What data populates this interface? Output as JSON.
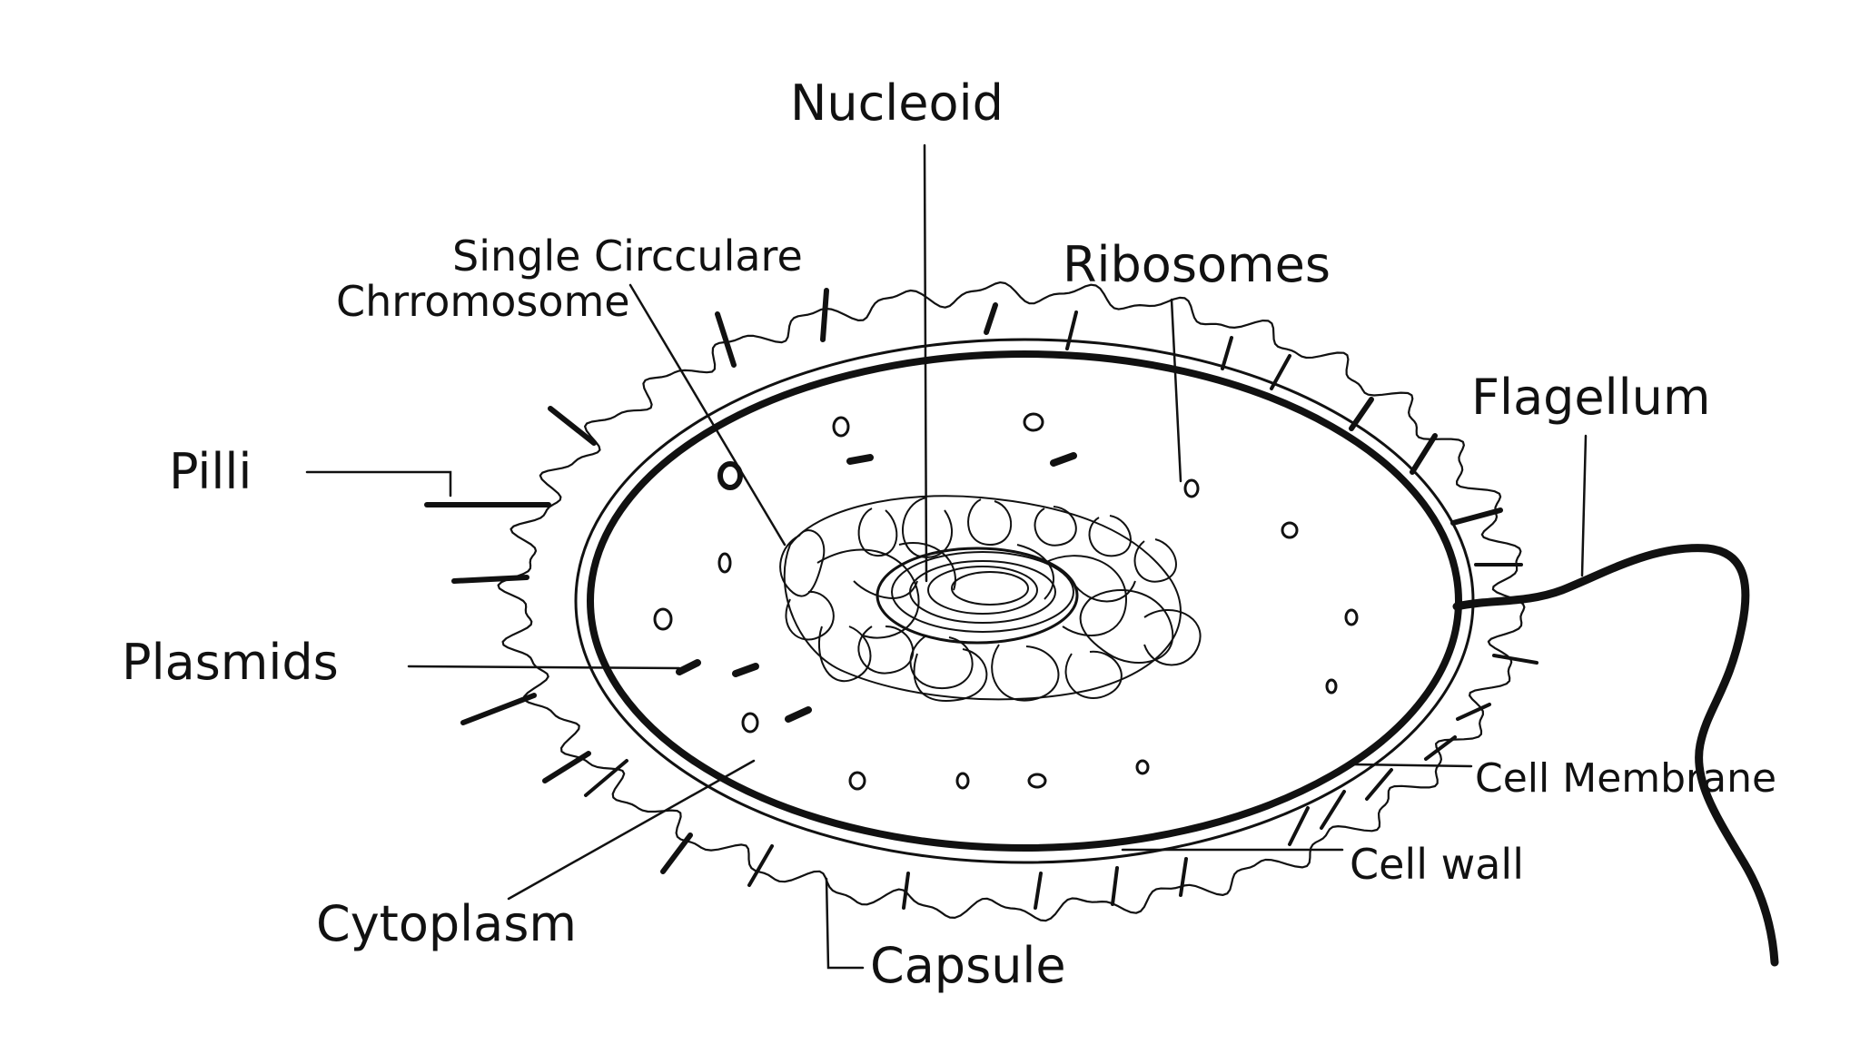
{
  "labels": {
    "nucleoid": "Nucleoid",
    "chromosome_line1": "Single Circculare",
    "chromosome_line2": "Chrromosome",
    "ribosomes": "Ribosomes",
    "flagellum": "Flagellum",
    "pilli": "Pilli",
    "plasmids": "Plasmids",
    "cell_membrane": "Cell Membrane",
    "cell_wall": "Cell wall",
    "cytoplasm": "Cytoplasm",
    "capsule": "Capsule"
  },
  "colors": {
    "ink": "#111111",
    "background": "#ffffff"
  }
}
